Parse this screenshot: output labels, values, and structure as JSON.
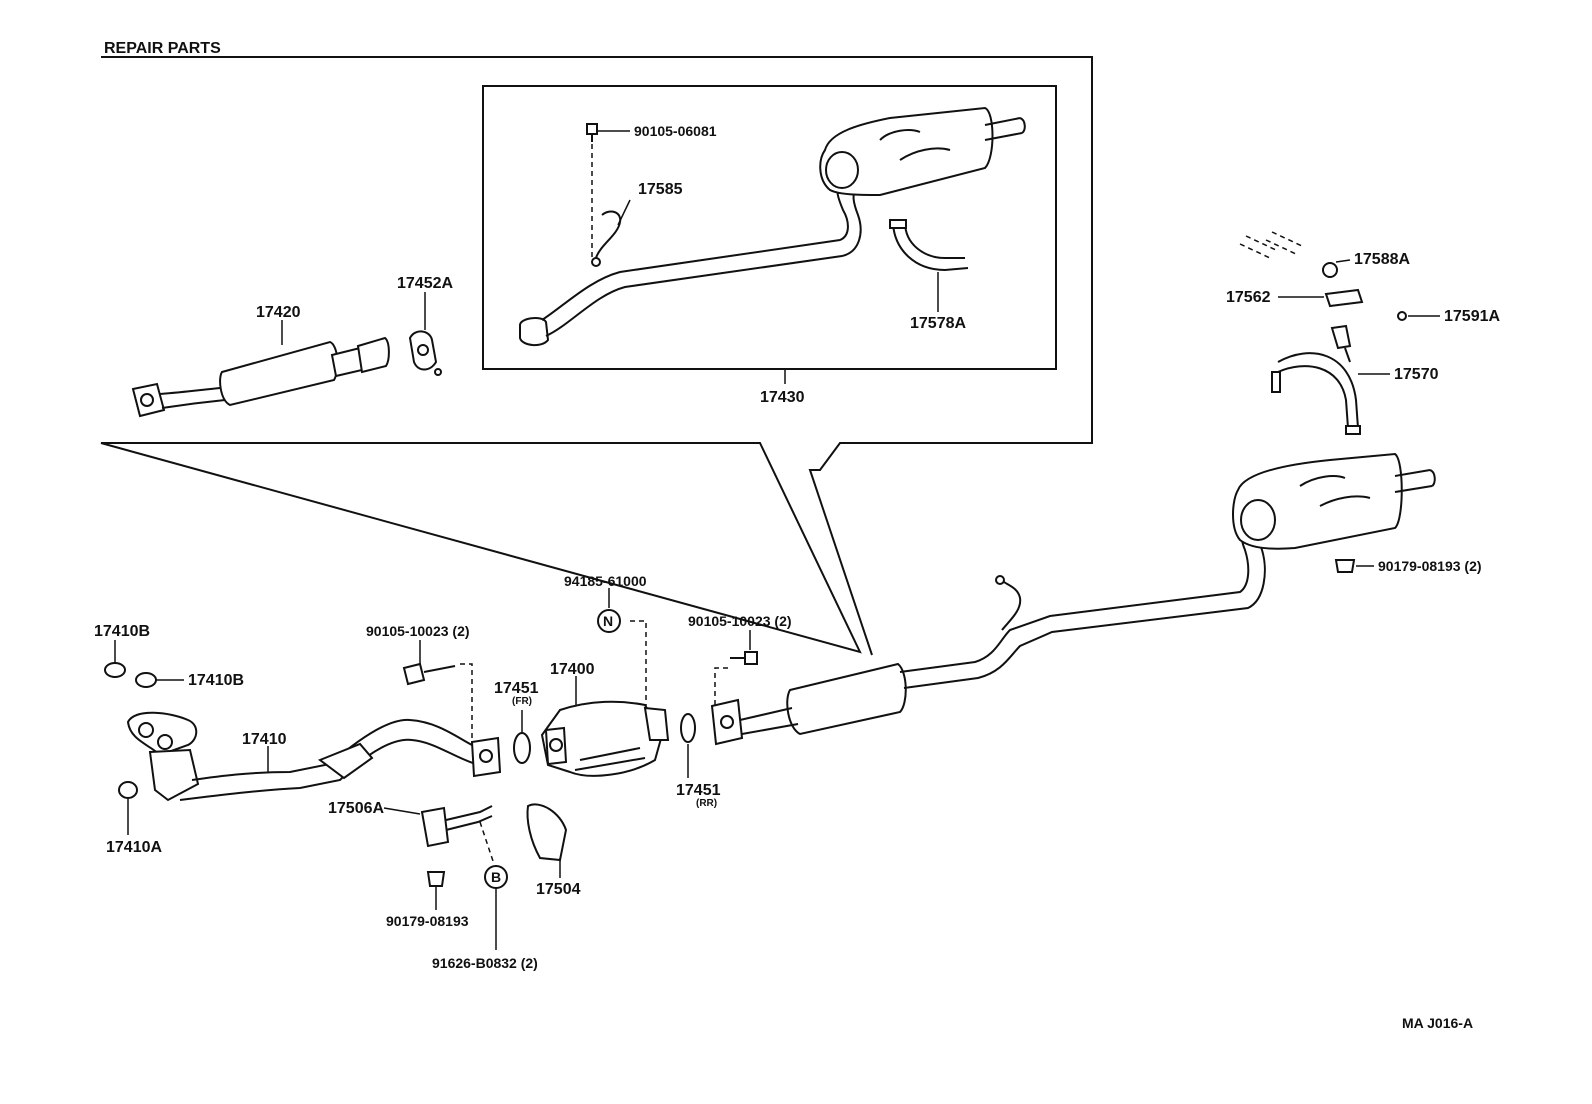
{
  "header": {
    "repair_parts": "REPAIR PARTS"
  },
  "diagram_code": "MA J016-A",
  "labels": {
    "p17420": "17420",
    "p17452A": "17452A",
    "p17430": "17430",
    "p90105_06081": "90105-06081",
    "p17585": "17585",
    "p17578A": "17578A",
    "p17588A": "17588A",
    "p17562": "17562",
    "p17591A": "17591A",
    "p17570": "17570",
    "p90179_08193_2": "90179-08193 (2)",
    "p94185_61000": "94185-61000",
    "p17410B_top": "17410B",
    "p17410B_mid": "17410B",
    "p90105_10023_2_left": "90105-10023 (2)",
    "p90105_10023_2_right": "90105-10023 (2)",
    "p17400": "17400",
    "p17451_fr": "17451",
    "fr": "(FR)",
    "p17451_rr": "17451",
    "rr": "(RR)",
    "p17410": "17410",
    "p17410A": "17410A",
    "p17506A": "17506A",
    "p17504": "17504",
    "p90179_08193": "90179-08193",
    "p91626_B0832_2": "91626-B0832 (2)",
    "circle_n": "N",
    "circle_b": "B"
  }
}
